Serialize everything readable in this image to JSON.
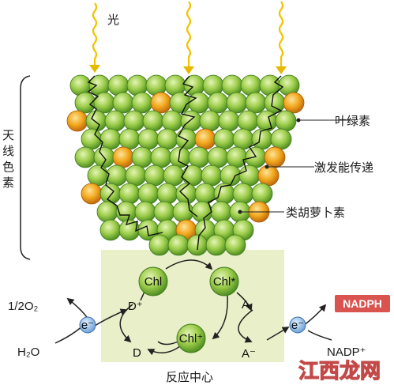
{
  "light_label": "光",
  "antenna_label": "天线色素",
  "chlorophyll_label": "叶绿素",
  "energy_transfer_label": "激发能传递",
  "carotenoid_label": "类胡萝卜素",
  "reaction_center_label": "反应中心",
  "nodes": {
    "chl": "Chl",
    "chl_excited": "Chl*",
    "chl_oxidized": "Chl⁺",
    "d_plus": "D⁺",
    "d": "D",
    "a": "A",
    "a_minus": "A⁻",
    "e_left": "e⁻",
    "e_right": "e⁻"
  },
  "left_products": {
    "oxygen": "1/2O₂",
    "water": "H₂O"
  },
  "right_products": {
    "nadph": "NADPH",
    "nadp_plus": "NADP⁺"
  },
  "watermark": "江西龙网",
  "colors": {
    "chlorophyll_green": "#8cc63f",
    "carotenoid_orange": "#f0a51c",
    "reaction_center_bg": "#e8efc9",
    "nadph_red": "#d9534f",
    "electron_blue": "#5b9bd5",
    "light_yellow": "#f2c300"
  }
}
